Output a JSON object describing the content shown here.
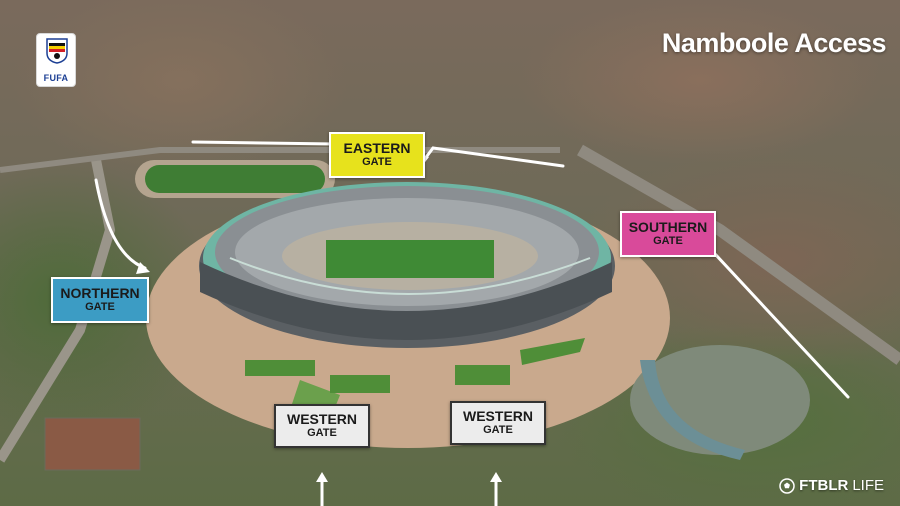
{
  "title": "Namboole Access",
  "logo": {
    "text": "FUFA",
    "icon": "fufa-crest-icon"
  },
  "gates": {
    "eastern": {
      "name": "EASTERN",
      "sub": "GATE",
      "color": "#e7e21c"
    },
    "southern": {
      "name": "SOUTHERN",
      "sub": "GATE",
      "color": "#d94a9a"
    },
    "northern": {
      "name": "NORTHERN",
      "sub": "GATE",
      "color": "#3c9cc4"
    },
    "western_1": {
      "name": "WESTERN",
      "sub": "GATE",
      "color": "#ececec"
    },
    "western_2": {
      "name": "WESTERN",
      "sub": "GATE",
      "color": "#ececec"
    }
  },
  "watermark": {
    "bold": "FTBLR",
    "light": "LIFE",
    "icon": "football-icon"
  }
}
